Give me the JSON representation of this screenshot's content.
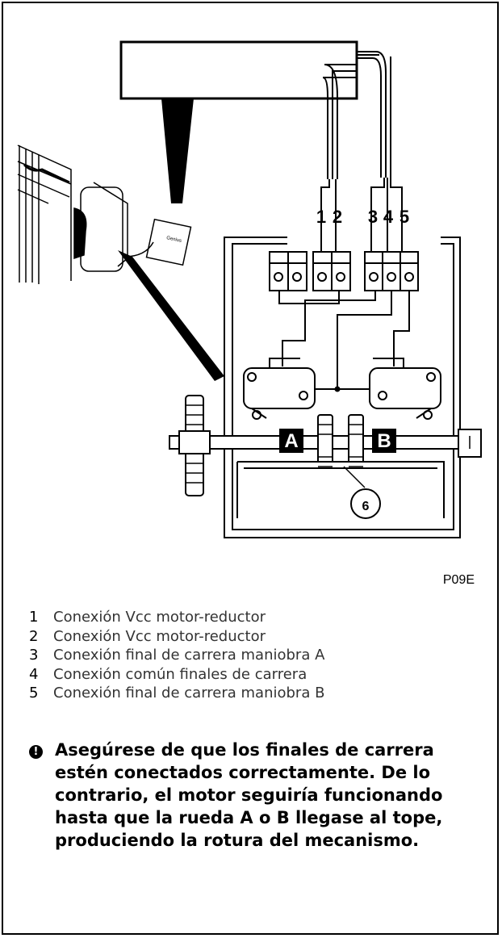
{
  "figure": {
    "code": "P09E",
    "terminal_numbers": [
      "1",
      "2",
      "3",
      "4",
      "5"
    ],
    "callout_number": "6",
    "limit_labels": [
      "A",
      "B"
    ],
    "brand_mark": "Genius"
  },
  "legend": [
    {
      "num": "1",
      "text": "Conexión Vcc motor-reductor"
    },
    {
      "num": "2",
      "text": "Conexión Vcc motor-reductor"
    },
    {
      "num": "3",
      "text": "Conexión final de carrera maniobra A"
    },
    {
      "num": "4",
      "text": "Conexión común finales de carrera"
    },
    {
      "num": "5",
      "text": "Conexión final de carrera maniobra B"
    }
  ],
  "warning": {
    "icon": "exclamation-circle-icon",
    "text": "Asegúrese de que los finales de carrera estén conectados correctamente. De lo contrario, el motor seguiría funcionando hasta que la rueda A o B llegase al tope, produciendo la rotura del mecanismo."
  }
}
